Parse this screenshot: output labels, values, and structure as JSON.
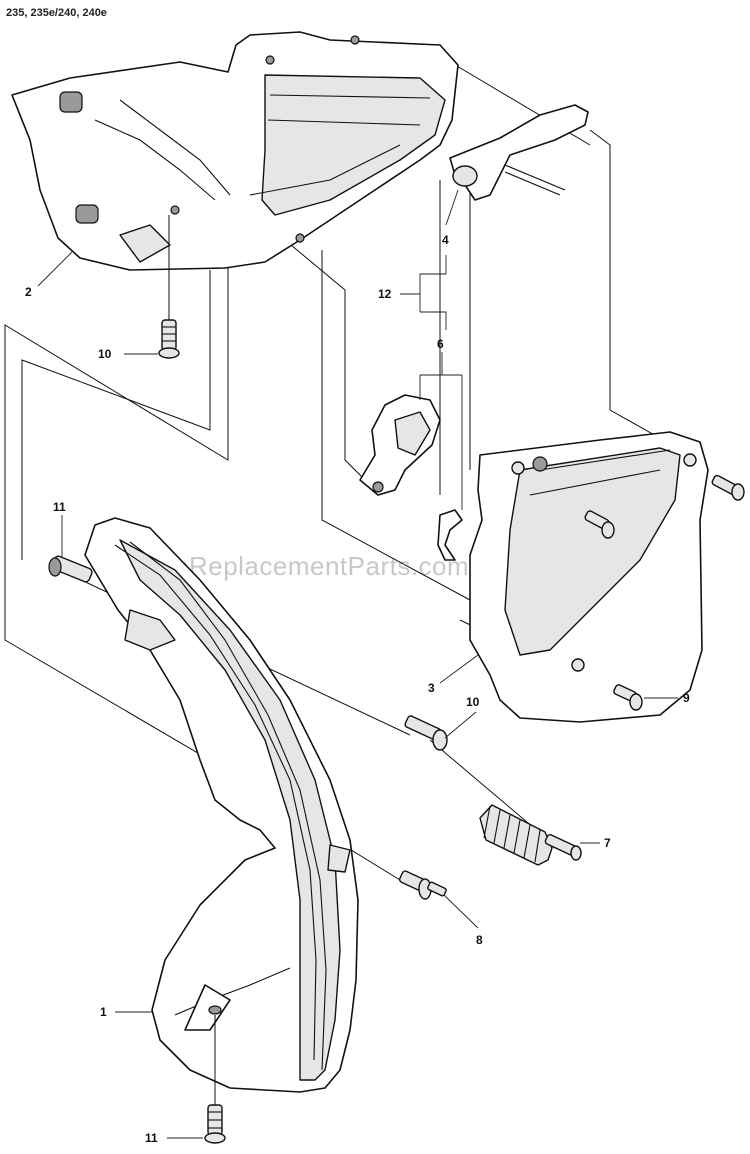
{
  "model_header": "235, 235e/240, 240e",
  "watermark": "eReplacementParts.com",
  "callouts": [
    {
      "id": "c1",
      "text": "1"
    },
    {
      "id": "c2",
      "text": "2"
    },
    {
      "id": "c3",
      "text": "3"
    },
    {
      "id": "c4",
      "text": "4"
    },
    {
      "id": "c6",
      "text": "6"
    },
    {
      "id": "c7",
      "text": "7"
    },
    {
      "id": "c8",
      "text": "8"
    },
    {
      "id": "c9",
      "text": "9"
    },
    {
      "id": "c10a",
      "text": "10"
    },
    {
      "id": "c10b",
      "text": "10"
    },
    {
      "id": "c11a",
      "text": "11"
    },
    {
      "id": "c11b",
      "text": "11"
    },
    {
      "id": "c12",
      "text": "12"
    }
  ]
}
